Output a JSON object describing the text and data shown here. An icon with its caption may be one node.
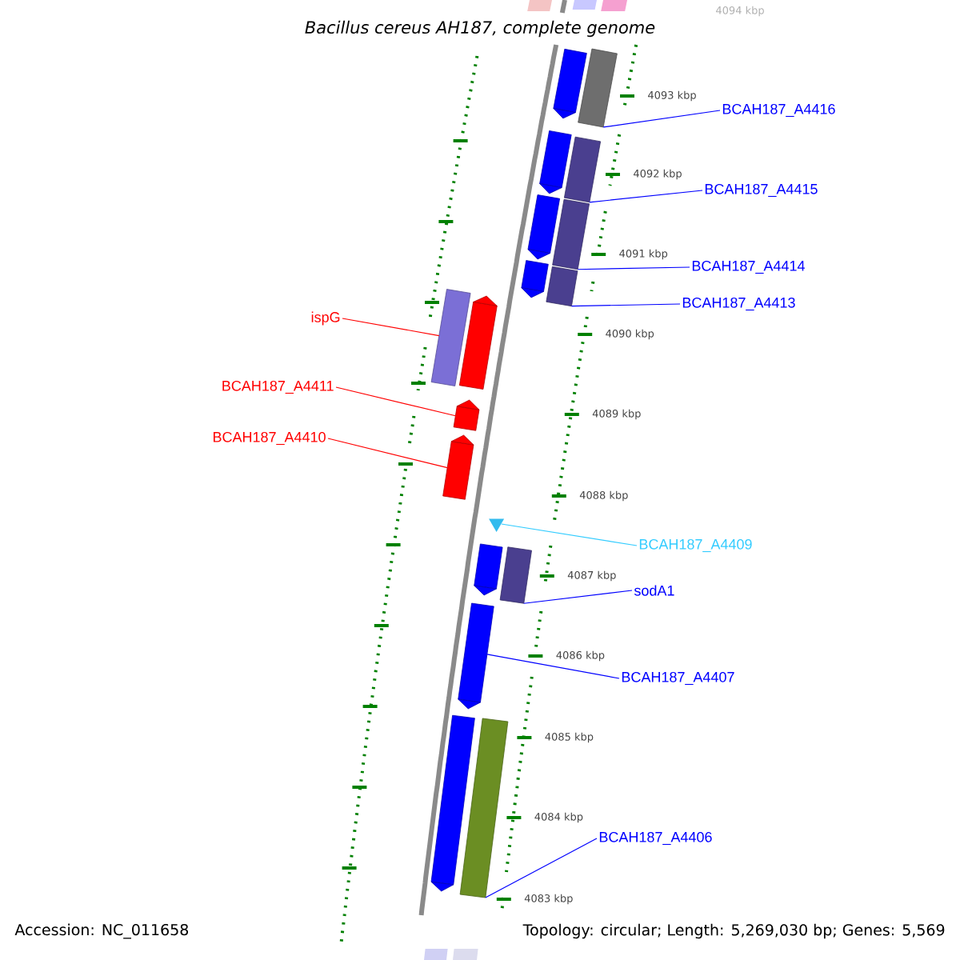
{
  "diagram": {
    "title": "Bacillus cereus AH187, complete genome",
    "nodes": [
      {
        "text": [],
        "shape": "arrow"
      },
      {
        "text": [],
        "shape": "bar"
      },
      {
        "text": [
          "BCAH187_A4416"
        ]
      },
      {
        "text": [],
        "shape": "arrow"
      },
      {
        "text": [],
        "shape": "bar"
      },
      {
        "text": [
          "BCAH187_A4415"
        ]
      },
      {
        "text": [],
        "shape": "arrow"
      },
      {
        "text": [],
        "shape": "bar"
      },
      {
        "text": [
          "BCAH187_A4414"
        ]
      },
      {
        "text": [],
        "shape": "arrow"
      },
      {
        "text": [],
        "shape": "bar"
      },
      {
        "text": [
          "BCAH187_A4413"
        ]
      },
      {
        "text": [],
        "shape": "bar"
      },
      {
        "text": [],
        "shape": "arrow"
      },
      {
        "text": [
          "ispG"
        ]
      },
      {
        "text": [
          "BCAH187_A4411"
        ]
      },
      {
        "text": [],
        "shape": "arrow"
      },
      {
        "text": [
          "BCAH187_A4410"
        ]
      },
      {
        "text": [],
        "shape": "arrow"
      },
      {
        "text": [],
        "shape": "triangle"
      },
      {
        "text": [
          "BCAH187_A4409"
        ]
      },
      {
        "text": [],
        "shape": "arrow"
      },
      {
        "text": [],
        "shape": "bar"
      },
      {
        "text": [
          "sodA1"
        ]
      },
      {
        "text": [],
        "shape": "arrow"
      },
      {
        "text": [
          "BCAH187_A4407"
        ]
      },
      {
        "text": [],
        "shape": "arrow"
      },
      {
        "text": [],
        "shape": "bar"
      },
      {
        "text": [
          "BCAH187_A4406"
        ]
      }
    ],
    "edges": [
      {
        "from": 2,
        "to": 1,
        "arrow": "none"
      },
      {
        "from": 5,
        "to": 4,
        "arrow": "none"
      },
      {
        "from": 8,
        "to": 7,
        "arrow": "none"
      },
      {
        "from": 11,
        "to": 10,
        "arrow": "none"
      },
      {
        "from": 14,
        "to": 12,
        "arrow": "none",
        "color": "#ff0000"
      },
      {
        "from": 15,
        "to": 16,
        "arrow": "none",
        "color": "#ff0000"
      },
      {
        "from": 17,
        "to": 18,
        "arrow": "none",
        "color": "#ff0000"
      },
      {
        "from": 20,
        "to": 19,
        "arrow": "none",
        "color": "#33ccff"
      },
      {
        "from": 23,
        "to": 22,
        "arrow": "none"
      },
      {
        "from": 25,
        "to": 24,
        "arrow": "none"
      },
      {
        "from": 28,
        "to": 27,
        "arrow": "none"
      }
    ],
    "labels": [
      "4094 kbp",
      "4093 kbp",
      "4092 kbp",
      "4091 kbp",
      "4090 kbp",
      "4089 kbp",
      "4088 kbp",
      "4087 kbp",
      "4086 kbp",
      "4085 kbp",
      "4084 kbp",
      "4083 kbp",
      "Accession: NC_011658",
      "Topology: circular; Length: 5,269,030 bp; Genes: 5,569"
    ]
  }
}
